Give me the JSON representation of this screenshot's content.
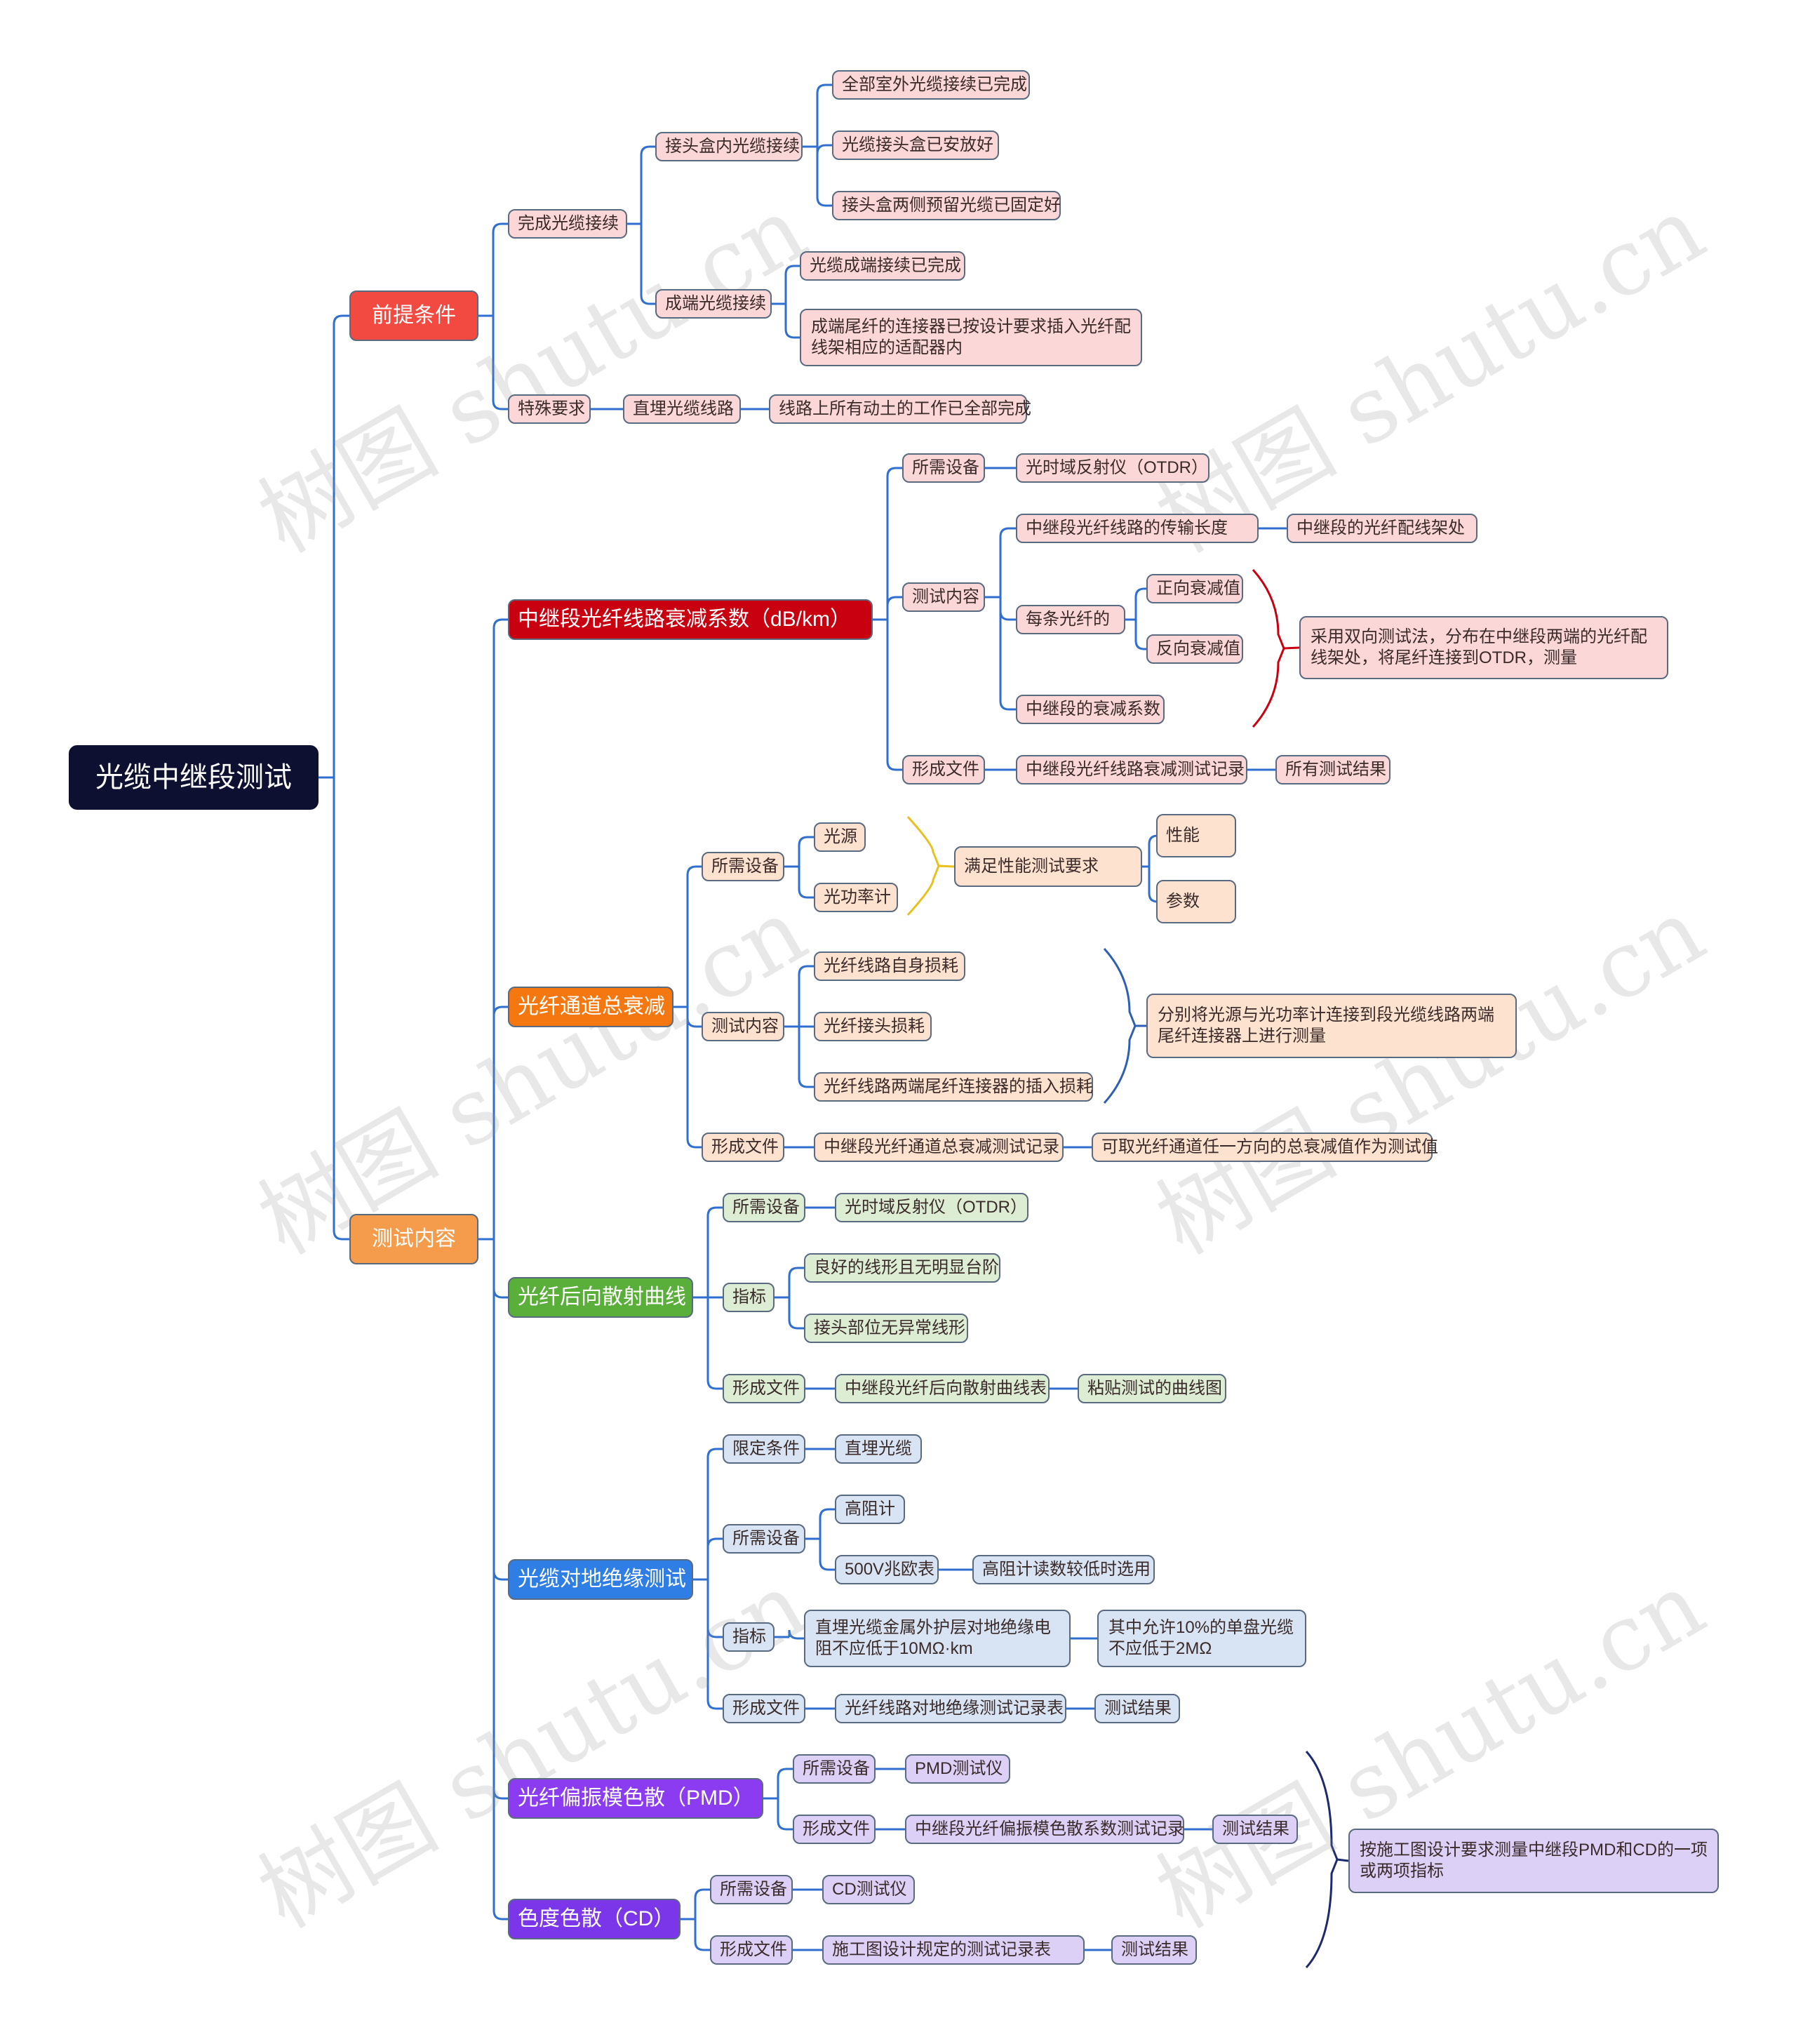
{
  "watermark": "树图 shutu.cn",
  "colors": {
    "root": "#0d1030",
    "precondition": "#f24a40",
    "test_content": "#f59b4c",
    "red": "#c8000f",
    "orange": "#f5770f",
    "green": "#5aae3a",
    "blue": "#2e7ee6",
    "purple_pmd": "#8b3cf0",
    "purple_cd": "#7a36e8",
    "pink_leaf": "#fbd7d7",
    "peach_leaf": "#fde3cf",
    "green_leaf": "#dcedd4",
    "blue_leaf": "#d8e4f3",
    "purple_leaf": "#dcd0f7",
    "line": "#2f6fd0"
  },
  "root": "光缆中继段测试",
  "precondition": {
    "label": "前提条件",
    "complete_splicing": "完成光缆接续",
    "box_splicing": "接头盒内光缆接续",
    "box_items": [
      "全部室外光缆接续已完成",
      "光缆接头盒已安放好",
      "接头盒两侧预留光缆已固定好"
    ],
    "end_splicing": "成端光缆接续",
    "end_items": [
      "光缆成端接续已完成",
      "成端尾纤的连接器已按设计要求插入光纤配线架相应的适配器内"
    ],
    "special": "特殊要求",
    "buried": "直埋光缆线路",
    "earthwork": "线路上所有动土的工作已全部完成"
  },
  "test_content": {
    "label": "测试内容",
    "attenuation": {
      "label": "中继段光纤线路衰减系数（dB/km）",
      "equipment": "所需设备",
      "otdr": "光时域反射仪（OTDR）",
      "test_items": "测试内容",
      "length": "中继段光纤线路的传输长度",
      "frame": "中继段的光纤配线架处",
      "each_fiber": "每条光纤的",
      "forward": "正向衰减值",
      "reverse": "反向衰减值",
      "coefficient": "中继段的衰减系数",
      "method_note": "采用双向测试法，分布在中继段两端的光纤配线架处，将尾纤连接到OTDR，测量",
      "document": "形成文件",
      "record": "中继段光纤线路衰减测试记录",
      "all_results": "所有测试结果"
    },
    "total_loss": {
      "label": "光纤通道总衰减",
      "equipment": "所需设备",
      "light_source": "光源",
      "power_meter": "光功率计",
      "meets": "满足性能测试要求",
      "performance": "性能",
      "parameters": "参数",
      "test_items": "测试内容",
      "items": [
        "光纤线路自身损耗",
        "光纤接头损耗",
        "光纤线路两端尾纤连接器的插入损耗"
      ],
      "note": "分别将光源与光功率计连接到段光缆线路两端尾纤连接器上进行测量",
      "document": "形成文件",
      "record": "中继段光纤通道总衰减测试记录",
      "record_note": "可取光纤通道任一方向的总衰减值作为测试值"
    },
    "backscatter": {
      "label": "光纤后向散射曲线",
      "equipment": "所需设备",
      "otdr": "光时域反射仪（OTDR）",
      "index": "指标",
      "index_items": [
        "良好的线形且无明显台阶",
        "接头部位无异常线形"
      ],
      "document": "形成文件",
      "record": "中继段光纤后向散射曲线表",
      "paste": "粘贴测试的曲线图"
    },
    "insulation": {
      "label": "光缆对地绝缘测试",
      "limit": "限定条件",
      "buried": "直埋光缆",
      "equipment": "所需设备",
      "high_res": "高阻计",
      "megger": "500V兆欧表",
      "megger_note": "高阻计读数较低时选用",
      "index": "指标",
      "index_text": "直埋光缆金属外护层对地绝缘电阻不应低于10MΩ·km",
      "index_note": "其中允许10%的单盘光缆不应低于2MΩ",
      "document": "形成文件",
      "record": "光纤线路对地绝缘测试记录表",
      "result": "测试结果"
    },
    "pmd": {
      "label": "光纤偏振模色散（PMD）",
      "equipment": "所需设备",
      "device": "PMD测试仪",
      "document": "形成文件",
      "record": "中继段光纤偏振模色散系数测试记录",
      "result": "测试结果"
    },
    "cd": {
      "label": "色度色散（CD）",
      "equipment": "所需设备",
      "device": "CD测试仪",
      "document": "形成文件",
      "record": "施工图设计规定的测试记录表",
      "result": "测试结果"
    },
    "pmd_cd_note": "按施工图设计要求测量中继段PMD和CD的一项或两项指标"
  }
}
